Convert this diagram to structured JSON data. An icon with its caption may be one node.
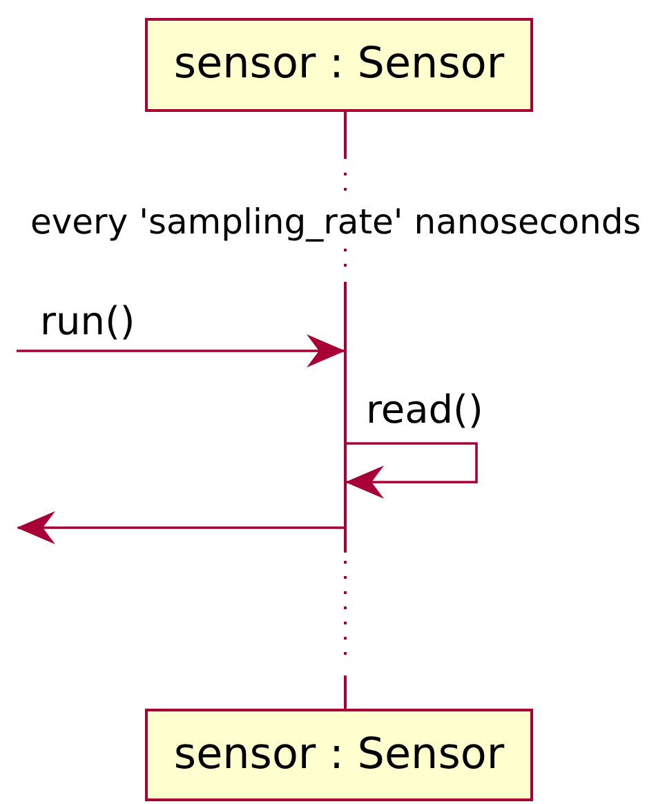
{
  "diagram": {
    "nodes": [
      {
        "text": [
          "sensor : Sensor"
        ]
      },
      {
        "text": [],
        "shape": "line"
      },
      {
        "text": [
          "sensor : Sensor"
        ]
      }
    ],
    "edges": [
      {
        "from": null,
        "to": 1,
        "arrow": "to",
        "label": "run()"
      },
      {
        "from": 1,
        "to": 1,
        "arrow": "to",
        "label": "read()"
      },
      {
        "from": 1,
        "to": null,
        "arrow": "to"
      }
    ],
    "labels": [
      "every 'sampling_rate' nanoseconds"
    ]
  }
}
